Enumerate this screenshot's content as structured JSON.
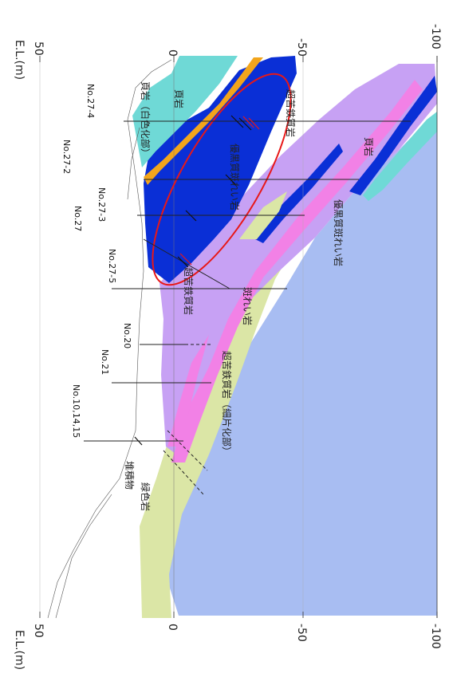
{
  "axis_unit_label": "E.L.(m)",
  "axis_ticks": [
    "50",
    "0",
    "-50",
    "-100"
  ],
  "borehole_labels": {
    "no27_4": "No.27-4",
    "no27_2": "No.27-2",
    "no27_3": "No.27-3",
    "no27": "No.27",
    "no27_5": "No.27-5",
    "no21": "No.21",
    "no20": "No.20",
    "no10_14_15": "No.10,14,15"
  },
  "unit_labels": {
    "chert_top": "頁岩",
    "chert_weathered": "頁岩（白色化部）",
    "ultramafic_top": "超苦鉄質岩",
    "mafic_schist_a": "優黒質斑れい岩",
    "shale": "頁岩",
    "mafic_schist_b": "優黒質斑れい岩",
    "ultramafic_mid": "超苦鉄質岩",
    "gabbro": "斑れい岩",
    "ultramafic_foliated": "超苦鉄質岩（細片化部）",
    "deposits": "堆積物",
    "greenstone": "緑色岩"
  },
  "colors": {
    "dark_blue": "#0a2fd6",
    "light_blue": "#a8bdf2",
    "violet": "#c7a1f4",
    "pink": "#f281e6",
    "lime": "#dbe6a6",
    "turquoise": "#6fd9d6",
    "orange": "#f2a51c",
    "red_outline": "#e81818"
  }
}
